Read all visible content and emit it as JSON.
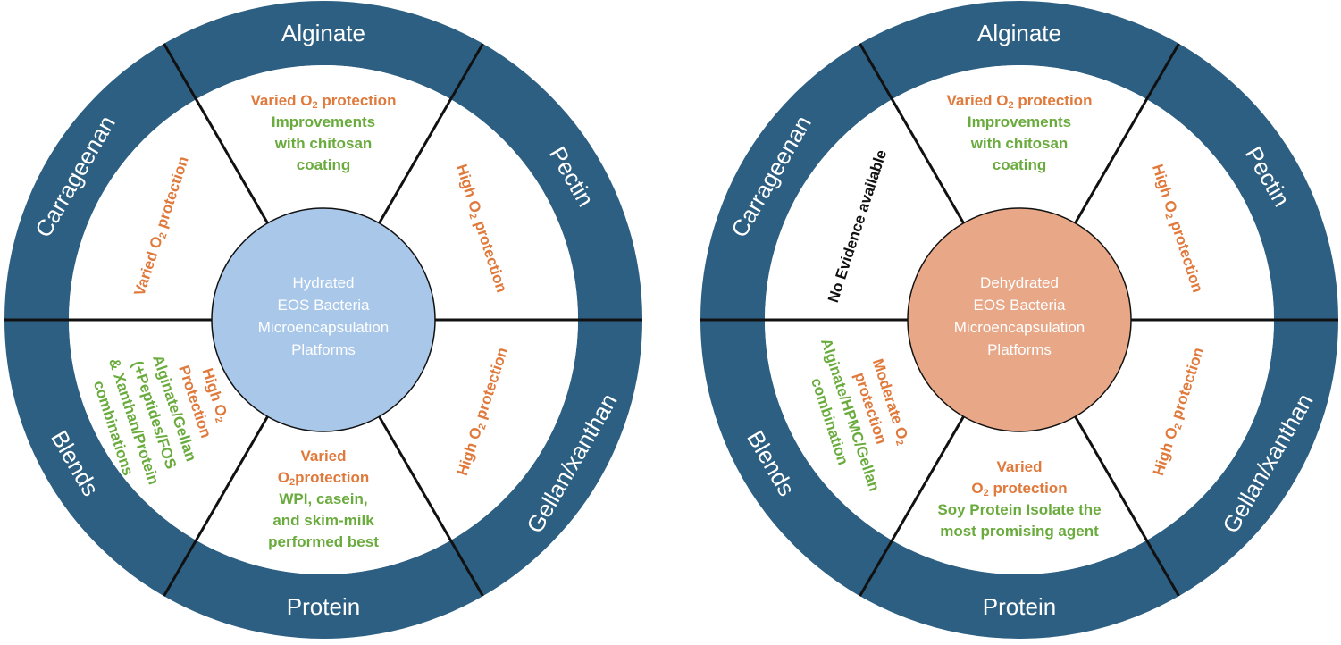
{
  "colors": {
    "ring": "#2d5f82",
    "orange": "#e07a3c",
    "green": "#6aab3d",
    "black": "#111111"
  },
  "wheels": [
    {
      "id": "hydrated",
      "hub_color": "#a9c7e8",
      "hub_lines": [
        "Hydrated",
        "EOS Bacteria",
        "Microencapsulation",
        "Platforms"
      ],
      "sectors": [
        {
          "name": "Alginate",
          "text": [
            {
              "t": "Varied O",
              "sub": "2",
              "after": " protection",
              "color": "orange"
            },
            {
              "t": "Improvements",
              "color": "green"
            },
            {
              "t": "with chitosan",
              "color": "green"
            },
            {
              "t": "coating",
              "color": "green"
            }
          ]
        },
        {
          "name": "Pectin",
          "text": [
            {
              "t": "High O",
              "sub": "2",
              "after": " protection",
              "color": "orange"
            }
          ]
        },
        {
          "name": "Gellan/xanthan",
          "text": [
            {
              "t": "High O",
              "sub": "2",
              "after": " protection",
              "color": "orange"
            }
          ]
        },
        {
          "name": "Protein",
          "text": [
            {
              "t": "Varied",
              "color": "orange"
            },
            {
              "t": "O",
              "sub": "2",
              "after": "protection",
              "color": "orange"
            },
            {
              "t": "WPI, casein,",
              "color": "green"
            },
            {
              "t": "and skim-milk",
              "color": "green"
            },
            {
              "t": "performed best",
              "color": "green"
            }
          ]
        },
        {
          "name": "Blends",
          "text": [
            {
              "t": "High O",
              "sub": "2",
              "color": "orange"
            },
            {
              "t": "Protection",
              "color": "orange"
            },
            {
              "t": "Alginate/Gellan",
              "color": "green"
            },
            {
              "t": "(+Peptides/FOS",
              "color": "green"
            },
            {
              "t": "& Xanthan/Protein",
              "color": "green"
            },
            {
              "t": "combinations",
              "color": "green"
            }
          ]
        },
        {
          "name": "Carrageenan",
          "text": [
            {
              "t": "Varied O",
              "sub": "2",
              "after": " protection",
              "color": "orange"
            }
          ]
        }
      ]
    },
    {
      "id": "dehydrated",
      "hub_color": "#e8a888",
      "hub_lines": [
        "Dehydrated",
        "EOS Bacteria",
        "Microencapsulation",
        "Platforms"
      ],
      "sectors": [
        {
          "name": "Alginate",
          "text": [
            {
              "t": "Varied O",
              "sub": "2",
              "after": " protection",
              "color": "orange"
            },
            {
              "t": "Improvements",
              "color": "green"
            },
            {
              "t": "with chitosan",
              "color": "green"
            },
            {
              "t": "coating",
              "color": "green"
            }
          ]
        },
        {
          "name": "Pectin",
          "text": [
            {
              "t": "High O",
              "sub": "2",
              "after": " protection",
              "color": "orange"
            }
          ]
        },
        {
          "name": "Gellan/xanthan",
          "text": [
            {
              "t": "High O",
              "sub": "2",
              "after": " protection",
              "color": "orange"
            }
          ]
        },
        {
          "name": "Protein",
          "text": [
            {
              "t": "Varied",
              "color": "orange"
            },
            {
              "t": "O",
              "sub": "2",
              "after": " protection",
              "color": "orange"
            },
            {
              "t": "Soy Protein Isolate the",
              "color": "green"
            },
            {
              "t": "most promising agent",
              "color": "green"
            }
          ]
        },
        {
          "name": "Blends",
          "text": [
            {
              "t": "Moderate O",
              "sub": "2",
              "color": "orange"
            },
            {
              "t": "protection",
              "color": "orange"
            },
            {
              "t": "Alginate/HPMC/Gellan",
              "color": "green"
            },
            {
              "t": "combination",
              "color": "green"
            }
          ]
        },
        {
          "name": "Carrageenan",
          "text": [
            {
              "t": "No Evidence available",
              "color": "black"
            }
          ]
        }
      ]
    }
  ]
}
